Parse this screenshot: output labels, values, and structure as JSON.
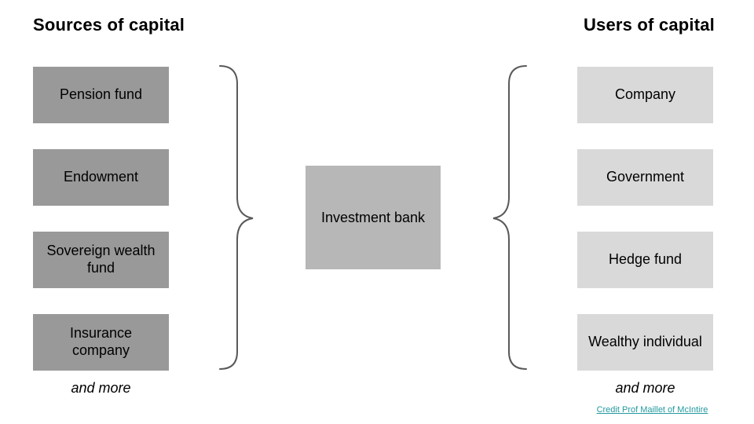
{
  "left_column": {
    "heading": "Sources of capital",
    "items": [
      {
        "label": "Pension fund"
      },
      {
        "label": "Endowment"
      },
      {
        "label": "Sovereign wealth\nfund"
      },
      {
        "label": "Insurance\ncompany"
      }
    ],
    "footnote": "and more"
  },
  "center": {
    "label": "Investment bank"
  },
  "right_column": {
    "heading": "Users of capital",
    "items": [
      {
        "label": "Company"
      },
      {
        "label": "Government"
      },
      {
        "label": "Hedge fund"
      },
      {
        "label": "Wealthy individual"
      }
    ],
    "footnote": "and more"
  },
  "credit": {
    "label": "Credit Prof Maillet of McIntire"
  },
  "colors": {
    "source_box_fill": "#999999",
    "center_box_fill": "#b7b7b7",
    "user_box_fill": "#d9d9d9",
    "brace_stroke": "#595959",
    "link_color": "#23999f",
    "text_color": "#000000",
    "background": "#ffffff"
  }
}
